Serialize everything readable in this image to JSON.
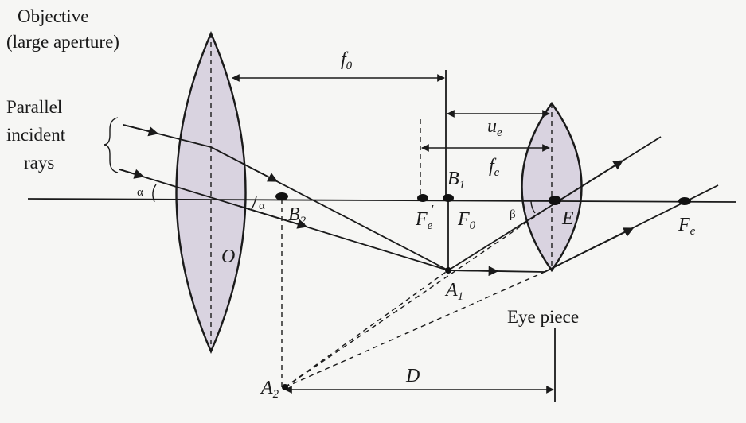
{
  "labels": {
    "objective": "Objective",
    "objective_note": "(large aperture)",
    "parallel": "Parallel",
    "incident": "incident",
    "rays": "rays",
    "alpha": "α",
    "beta": "β",
    "O": "O",
    "B2": "B",
    "B2_sub": "2",
    "f0": "f",
    "f0_sub": "0",
    "ue": "u",
    "ue_sub": "e",
    "fe": "f",
    "fe_sub": "e",
    "B1": "B",
    "B1_sub": "1",
    "Fe_prime": "F",
    "Fe_prime_sub": "e",
    "Fe_prime_mark": "′",
    "F0": "F",
    "F0_sub": "0",
    "E": "E",
    "Fe": "F",
    "Fe_sub": "e",
    "A1": "A",
    "A1_sub": "1",
    "eye_piece": "Eye piece",
    "A2": "A",
    "A2_sub": "2",
    "D": "D"
  }
}
